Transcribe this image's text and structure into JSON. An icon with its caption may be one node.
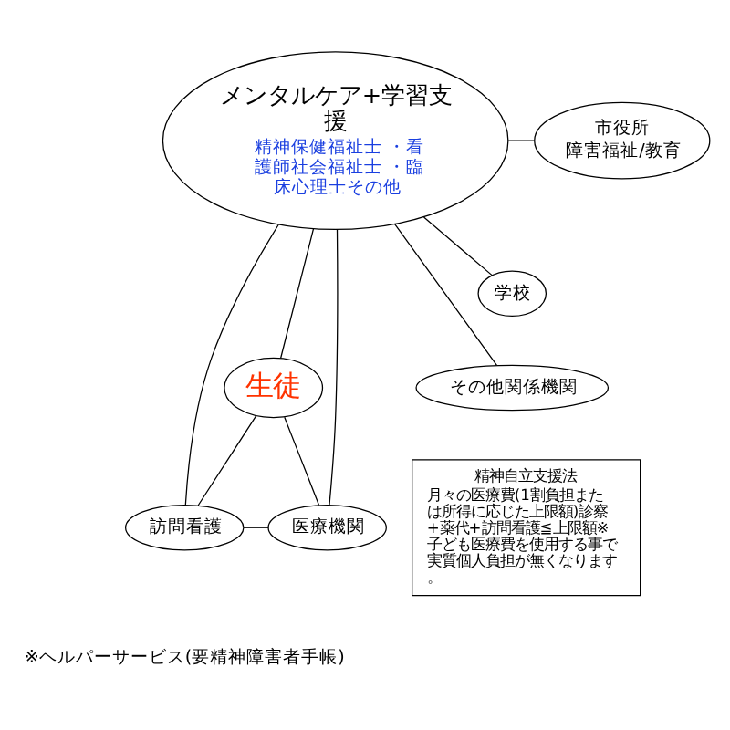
{
  "diagram": {
    "nodes": [
      {
        "text": [
          "メンタルケア+学習支援",
          "精神保健福祉士 ・看護師社会福祉士 ・臨床心理士その他"
        ]
      },
      {
        "text": [
          "市役所",
          "障害福祉/教育"
        ]
      },
      {
        "text": [
          "学校"
        ]
      },
      {
        "text": [
          "その他関係機関"
        ]
      },
      {
        "text": [
          "生徒"
        ]
      },
      {
        "text": [
          "訪問看護"
        ]
      },
      {
        "text": [
          "医療機関"
        ]
      },
      {
        "text": [
          "精神自立支援法",
          "月々の医療費(1割負担または所得に応じた上限額)診察+薬代+訪問看護≦上限額※子ども医療費を使用する事で実質個人負担が無くなります。"
        ]
      }
    ],
    "edges": [
      {
        "from": 0,
        "to": 1,
        "arrow": "none"
      },
      {
        "from": 0,
        "to": 2,
        "arrow": "none"
      },
      {
        "from": 0,
        "to": 3,
        "arrow": "none"
      },
      {
        "from": 0,
        "to": 5,
        "arrow": "none"
      },
      {
        "from": 0,
        "to": 4,
        "arrow": "none"
      },
      {
        "from": 0,
        "to": 6,
        "arrow": "none"
      },
      {
        "from": 4,
        "to": 5,
        "arrow": "none"
      },
      {
        "from": 4,
        "to": 6,
        "arrow": "none"
      },
      {
        "from": 5,
        "to": 6,
        "arrow": "none"
      }
    ],
    "labels": [
      "※ヘルパーサービス(要精神障害者手帳)"
    ]
  }
}
